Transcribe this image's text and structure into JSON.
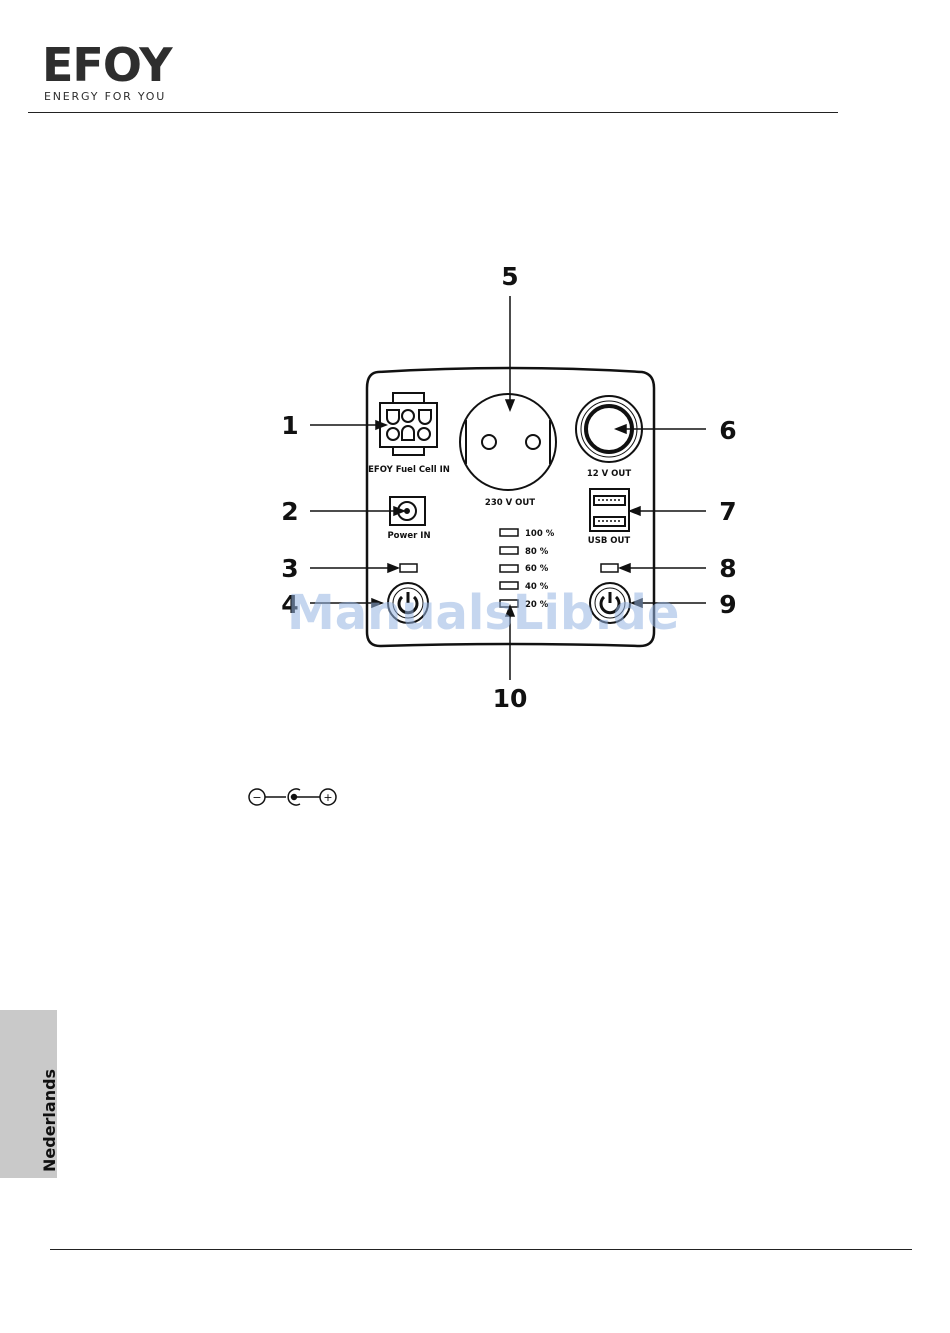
{
  "header": {
    "logo_text": "EFOY",
    "tagline": "ENERGY FOR YOU"
  },
  "figure": {
    "callouts": [
      "1",
      "2",
      "3",
      "4",
      "5",
      "6",
      "7",
      "8",
      "9",
      "10"
    ],
    "labels": {
      "fuel_cell_in": "EFOY Fuel Cell IN",
      "power_in": "Power IN",
      "out_230v": "230 V OUT",
      "out_12v": "12 V OUT",
      "usb_out": "USB OUT"
    },
    "battery_levels": [
      "100 %",
      "80 %",
      "60 %",
      "40 %",
      "20 %"
    ]
  },
  "polarity_symbol": {
    "minus": "−",
    "plus": "+"
  },
  "side_tab": "Nederlands",
  "watermark": "ManualsLib.de"
}
